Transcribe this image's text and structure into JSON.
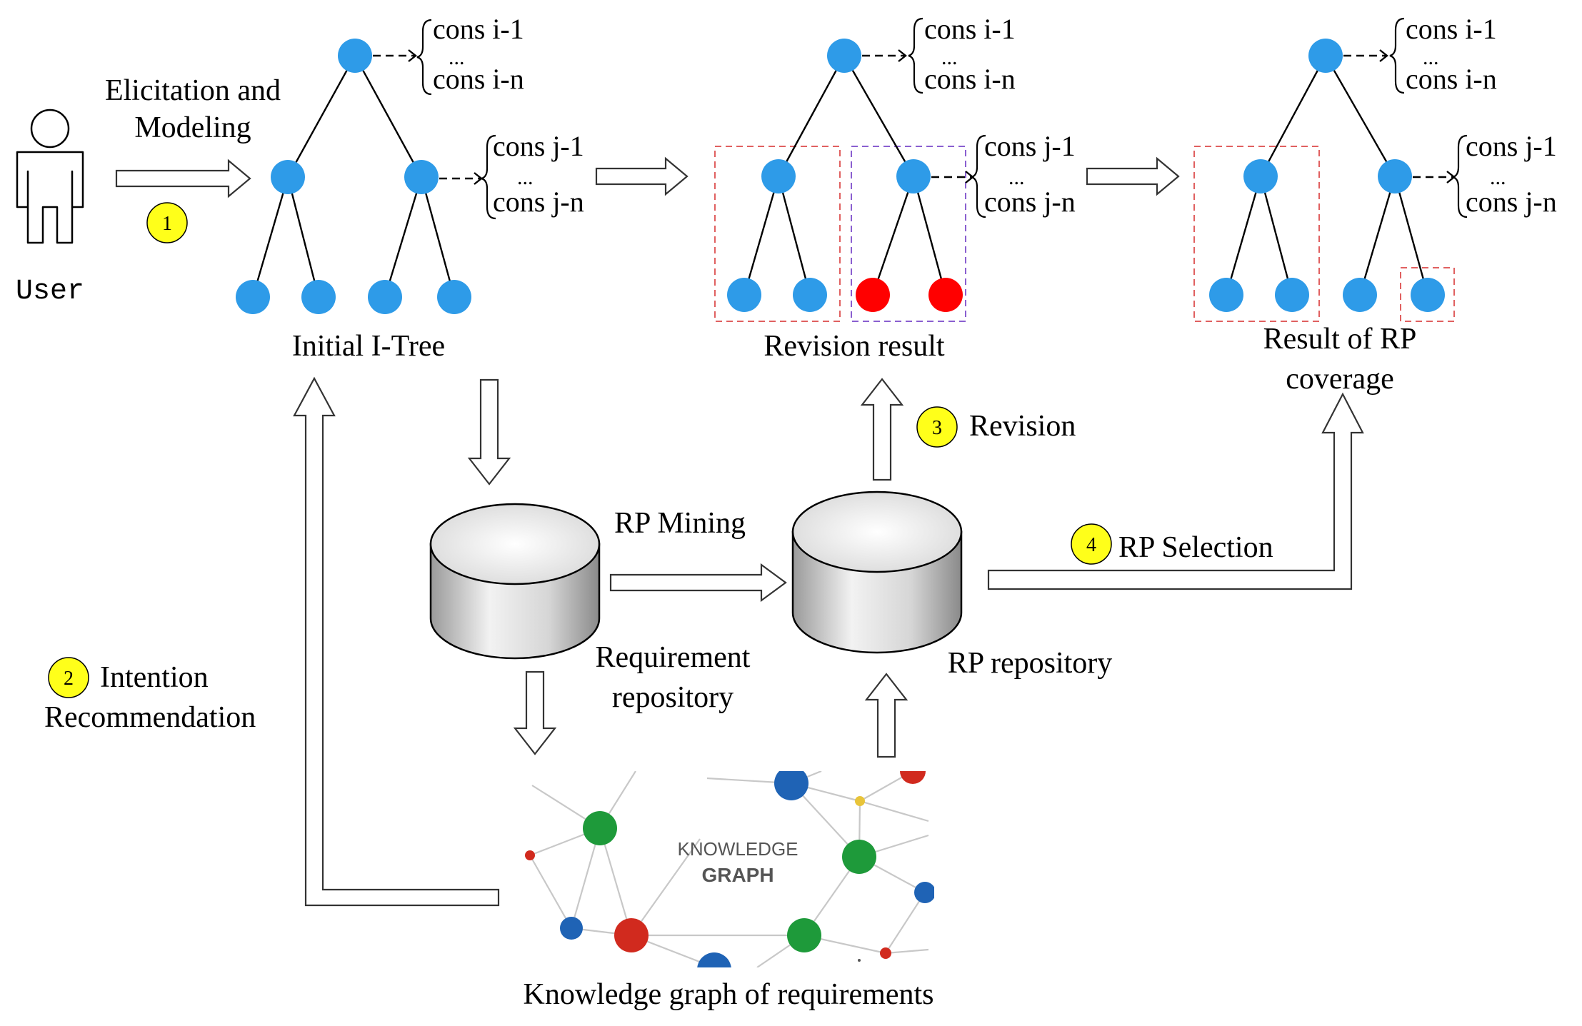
{
  "labels": {
    "user": "User",
    "elicitation_line1": "Elicitation and",
    "elicitation_line2": "Modeling",
    "initial_tree": "Initial  I-Tree",
    "revision_result": "Revision result",
    "rp_coverage_line1": "Result of RP",
    "rp_coverage_line2": "coverage",
    "revision": "Revision",
    "rp_mining": "RP Mining",
    "rp_selection": "RP Selection",
    "requirement_repo_line1": "Requirement",
    "requirement_repo_line2": "repository",
    "rp_repository": "RP repository",
    "intention_line1": "Intention",
    "intention_line2": "Recommendation",
    "kg_caption": "Knowledge graph of requirements",
    "kg_word1": "KNOWLEDGE",
    "kg_word2": "GRAPH"
  },
  "constraints": {
    "cons_i_1": "cons i-1",
    "cons_i_n": "cons i-n",
    "cons_j_1": "cons j-1",
    "cons_j_n": "cons j-n",
    "ellipsis": "..."
  },
  "steps": [
    "1",
    "2",
    "3",
    "4"
  ],
  "colors": {
    "node_blue": "#2e9be8",
    "node_red": "#ff0000",
    "step_badge": "#ffff1a",
    "kg_green": "#1e9a3a",
    "kg_blue": "#1f63b5",
    "kg_red": "#d12a1e",
    "kg_yellow": "#e8c43a"
  }
}
